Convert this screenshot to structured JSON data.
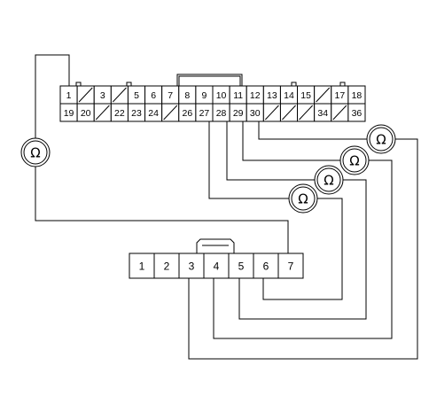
{
  "connector_top": {
    "row1": [
      {
        "label": "1"
      },
      {
        "label": ""
      },
      {
        "label": "3"
      },
      {
        "label": ""
      },
      {
        "label": "5"
      },
      {
        "label": "6"
      },
      {
        "label": "7"
      },
      {
        "label": "8"
      },
      {
        "label": "9"
      },
      {
        "label": "10"
      },
      {
        "label": "11"
      },
      {
        "label": "12"
      },
      {
        "label": "13"
      },
      {
        "label": "14"
      },
      {
        "label": "15"
      },
      {
        "label": ""
      },
      {
        "label": "17"
      },
      {
        "label": "18"
      }
    ],
    "row2": [
      {
        "label": "19"
      },
      {
        "label": "20"
      },
      {
        "label": ""
      },
      {
        "label": "22"
      },
      {
        "label": "23"
      },
      {
        "label": "24"
      },
      {
        "label": ""
      },
      {
        "label": "26"
      },
      {
        "label": "27"
      },
      {
        "label": "28"
      },
      {
        "label": "29"
      },
      {
        "label": "30"
      },
      {
        "label": ""
      },
      {
        "label": ""
      },
      {
        "label": ""
      },
      {
        "label": "34"
      },
      {
        "label": ""
      },
      {
        "label": "36"
      }
    ]
  },
  "connector_bottom": {
    "pins": [
      "1",
      "2",
      "3",
      "4",
      "5",
      "6",
      "7"
    ]
  },
  "ohmmeter": {
    "symbol": "Ω"
  }
}
